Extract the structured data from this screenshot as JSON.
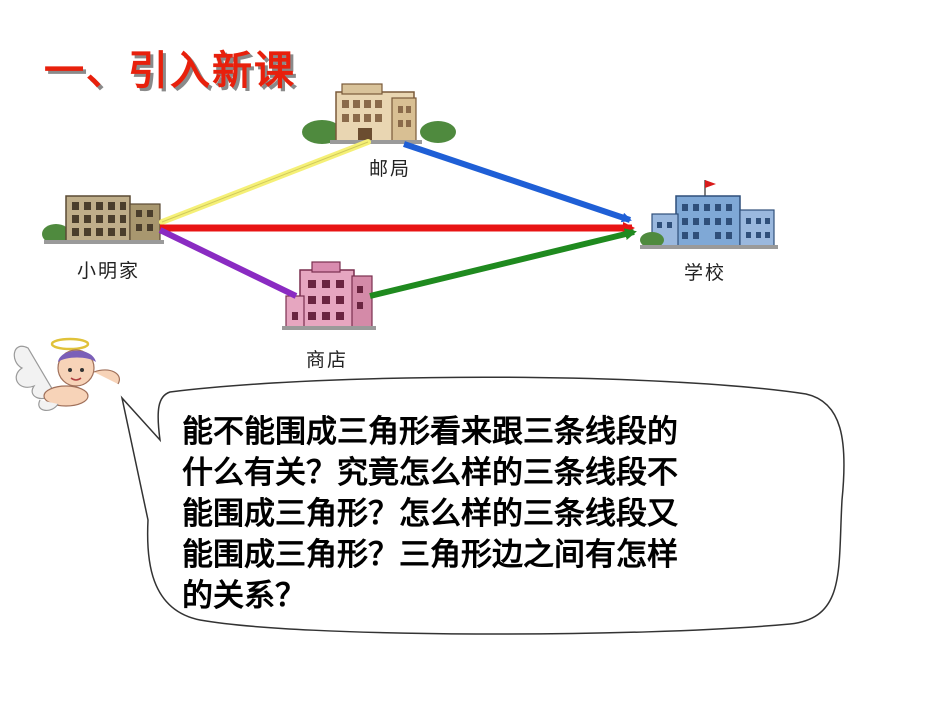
{
  "slide": {
    "title": "一、引入新课"
  },
  "places": {
    "post_office": "邮局",
    "home": "小明家",
    "school": "学校",
    "shop": "商店"
  },
  "speech": {
    "lines": [
      "能不能围成三角形看来跟三条线段的",
      "什么有关？究竟怎么样的三条线段不",
      "能围成三角形？怎么样的三条线段又",
      "能围成三角形？三角形边之间有怎样",
      "的关系？"
    ]
  },
  "colors": {
    "title": "#e8200c",
    "route_home_post": "#f5f076",
    "route_post_school": "#1f5fd6",
    "route_home_school": "#e81414",
    "route_home_shop": "#8a2bc2",
    "route_shop_school": "#1f8a1f"
  },
  "icons": {
    "mascot": "cherub-icon",
    "post_office": "post-office-building-icon",
    "home": "apartment-building-icon",
    "school": "school-building-icon",
    "shop": "shop-building-icon"
  }
}
